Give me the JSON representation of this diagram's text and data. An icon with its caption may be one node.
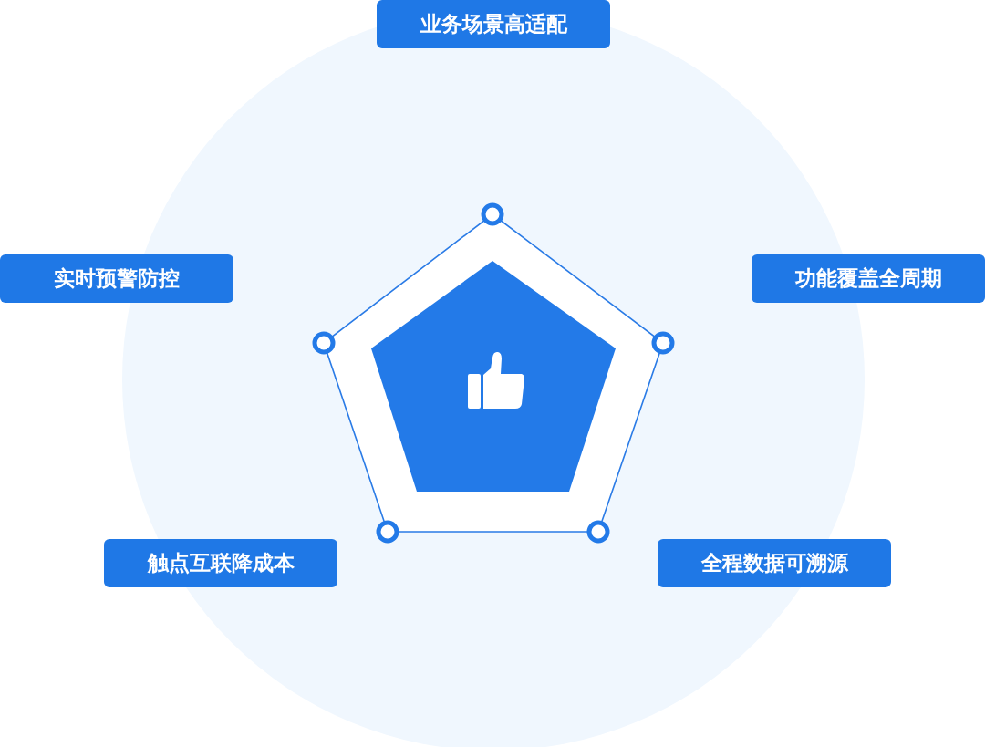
{
  "diagram": {
    "nodes": [
      {
        "text": [
          "业务场景高适配"
        ]
      },
      {
        "text": [
          "实时预警防控"
        ]
      },
      {
        "text": [
          "功能覆盖全周期"
        ]
      },
      {
        "text": [
          "触点互联降成本"
        ]
      },
      {
        "text": [
          "全程数据可溯源"
        ]
      }
    ]
  }
}
